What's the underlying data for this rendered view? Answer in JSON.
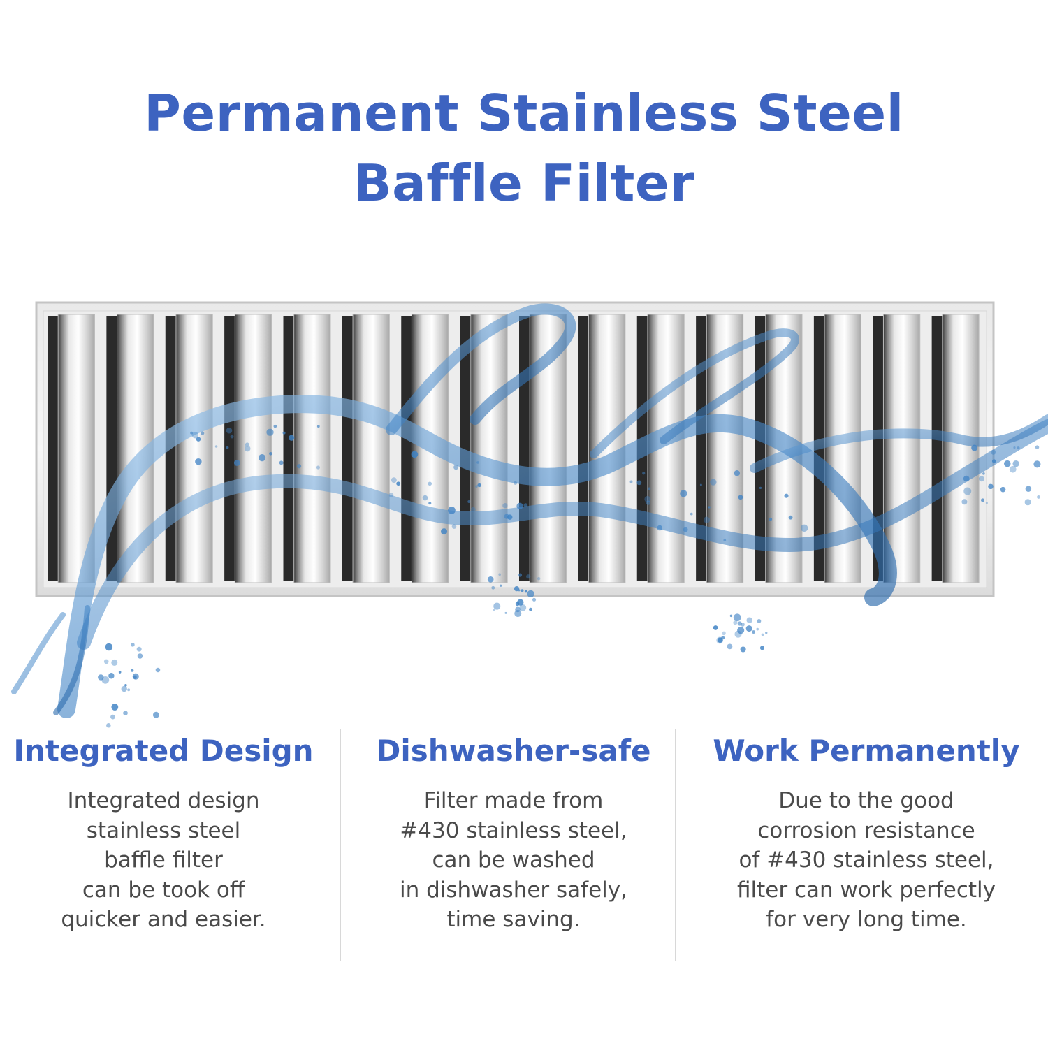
{
  "title": {
    "line1": "Permanent Stainless Steel",
    "line2": "Baffle Filter"
  },
  "colors": {
    "heading_blue": "#3d63c0",
    "body_text": "#4a4a4a",
    "steel_light": "#f2f2f2",
    "steel_dark": "#6e6e6e",
    "water_blue": "#3f82c4"
  },
  "product_image": {
    "subject": "stainless steel baffle filter with water splash",
    "baffle_count": 16
  },
  "features": [
    {
      "heading": "Integrated Design",
      "lines": [
        "Integrated design",
        "stainless steel",
        "baffle filter",
        "can be took off",
        "quicker and easier."
      ]
    },
    {
      "heading": "Dishwasher-safe",
      "lines": [
        "Filter made from",
        "#430 stainless steel,",
        "can be washed",
        "in dishwasher safely,",
        "time saving."
      ]
    },
    {
      "heading": "Work Permanently",
      "lines": [
        "Due to the good",
        "corrosion resistance",
        "of #430 stainless steel,",
        "filter can work perfectly",
        "for very long time."
      ]
    }
  ]
}
